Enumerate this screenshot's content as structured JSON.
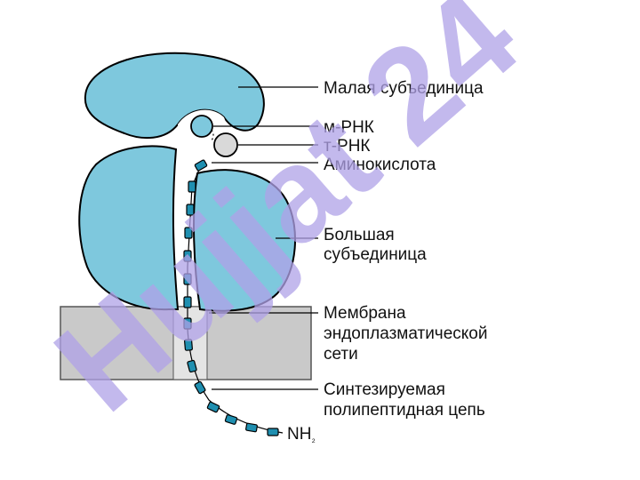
{
  "labels": {
    "small_subunit": "Малая субъединица",
    "mrna": "м-РНК",
    "trna": "т-РНК",
    "amino_acid": "Аминокислота",
    "large_subunit_line1": "Большая",
    "large_subunit_line2": "субъединица",
    "membrane_line1": "Мембрана",
    "membrane_line2": "эндоплазматической",
    "membrane_line3": "сети",
    "chain_line1": "Синтезируемая",
    "chain_line2": "полипептидная цепь",
    "nh": "NH",
    "nh_sub": "₂"
  },
  "watermark": {
    "text": "Hujjat 24"
  },
  "colors": {
    "ribosome": "#7ec8dd",
    "membrane": "#c9c9c9",
    "chain": "#1f8fb0",
    "watermark": "#b0a2e8",
    "text": "#111111"
  }
}
